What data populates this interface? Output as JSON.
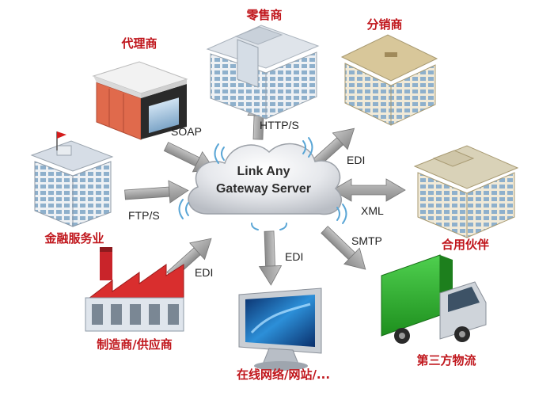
{
  "server": {
    "line1": "Link Any",
    "line2": "Gateway  Server"
  },
  "nodes": {
    "agent": "代理商",
    "retailer": "零售商",
    "distributor": "分销商",
    "finance": "金融服务业",
    "partner": "合用伙伴",
    "manufacturer": "制造商/供应商",
    "online": "在线网络/网站/...",
    "logistics": "第三方物流"
  },
  "protocols": {
    "soap": "SOAP",
    "http": "HTTP/S",
    "edi_distributor": "EDI",
    "ftp": "FTP/S",
    "xml": "XML",
    "edi_manufacturer": "EDI",
    "edi_online": "EDI",
    "smtp": "SMTP"
  },
  "colors": {
    "label": "#c0161c",
    "arrow": "#9a9a9a",
    "cloud": "#e6e8ec",
    "signal": "#5aa6d6"
  }
}
